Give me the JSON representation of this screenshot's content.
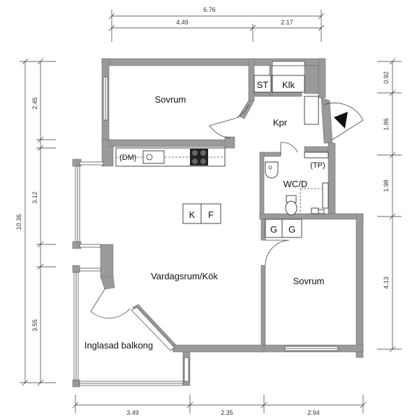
{
  "dimensions": {
    "top_total": "6.76",
    "top_left": "4.49",
    "top_right": "2.17",
    "left_total": "10.36",
    "left_1": "2.45",
    "left_2": "3.12",
    "left_3": "3.55",
    "right_1": "0.92",
    "right_2": "1.86",
    "right_3": "1.98",
    "right_4": "4.13",
    "bottom_1": "3.49",
    "bottom_2": "2.35",
    "bottom_3": "2.94"
  },
  "rooms": {
    "bedroom_top": "Sovrum",
    "storage": "ST",
    "wardrobe": "Klk",
    "hallway": "Kpr",
    "bathroom": "WC/D",
    "towel_place": "(TP)",
    "living_kitchen": "Vardagsrum/Kök",
    "bedroom_right": "Sovrum",
    "balcony": "Inglasad balkong"
  },
  "fixtures": {
    "dishwasher": "(DM)",
    "fridge": "K",
    "freezer": "F",
    "closet_1": "G",
    "closet_2": "G"
  },
  "colors": {
    "wall": "#9a9a9a"
  }
}
